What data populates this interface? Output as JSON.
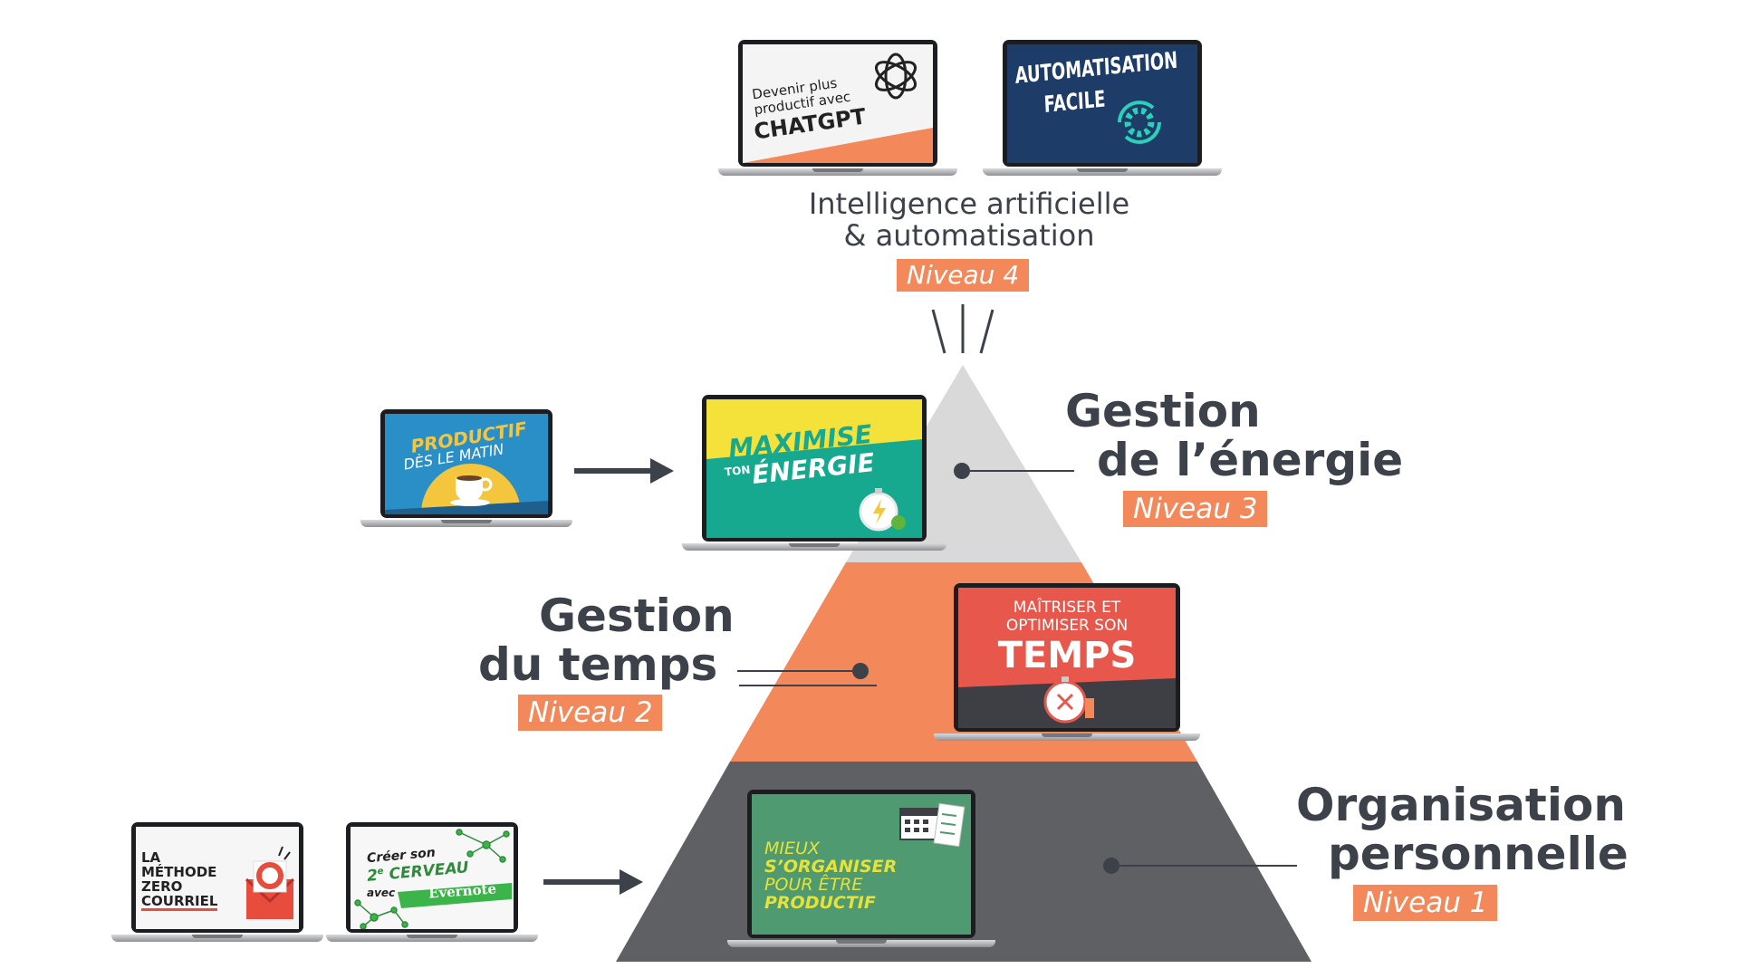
{
  "levels": [
    {
      "id": 1,
      "title_line1": "Organisation",
      "title_line2": "personnelle",
      "badge": "Niveau 1",
      "color": "#5f6063"
    },
    {
      "id": 2,
      "title_line1": "Gestion",
      "title_line2": "du temps",
      "badge": "Niveau 2",
      "color": "#f3895a"
    },
    {
      "id": 3,
      "title_line1": "Gestion",
      "title_line2": "de l’énergie",
      "badge": "Niveau 3",
      "color": "#d9d9d9"
    },
    {
      "id": 4,
      "title_line1": "Intelligence artificielle",
      "title_line2": "& automatisation",
      "badge": "Niveau 4"
    }
  ],
  "courses": {
    "chatgpt": {
      "line1": "Devenir plus",
      "line2": "productif avec",
      "line3": "CHATGPT",
      "icon": "openai-logo-icon"
    },
    "automatisation": {
      "line1": "AUTOMATISATION",
      "line2": "FACILE",
      "icon": "gear-cycle-icon"
    },
    "productif_matin": {
      "line1": "PRODUCTIF",
      "line2": "DÈS LE MATIN",
      "icon": "coffee-cup-icon"
    },
    "energie": {
      "line1": "MAXIMISE",
      "line2": "TON",
      "line3": "ÉNERGIE",
      "icon": "lightning-stopwatch-icon"
    },
    "temps": {
      "line1": "MAÎTRISER ET",
      "line2": "OPTIMISER SON",
      "line3": "TEMPS",
      "icon": "stopwatch-icon"
    },
    "zero_courriel": {
      "line1": "LA",
      "line2": "MÉTHODE",
      "line3": "ZERO",
      "line4": "COURRIEL",
      "icon": "envelope-icon"
    },
    "cerveau": {
      "line1": "Créer son",
      "line2": "2",
      "line2_sup": "e",
      "line3": "CERVEAU",
      "line4": "avec",
      "line5": "Evernote",
      "icon": "network-icon"
    },
    "organiser": {
      "line1": "MIEUX",
      "line2": "S’ORGANISER",
      "line3": "POUR ÊTRE",
      "line4": "PRODUCTIF",
      "icon": "calendar-checklist-icon"
    }
  },
  "colors": {
    "badge": "#f3895a",
    "title": "#3d4149",
    "level1": "#5f6063",
    "level2": "#f3895a",
    "level3": "#d9d9d9"
  }
}
